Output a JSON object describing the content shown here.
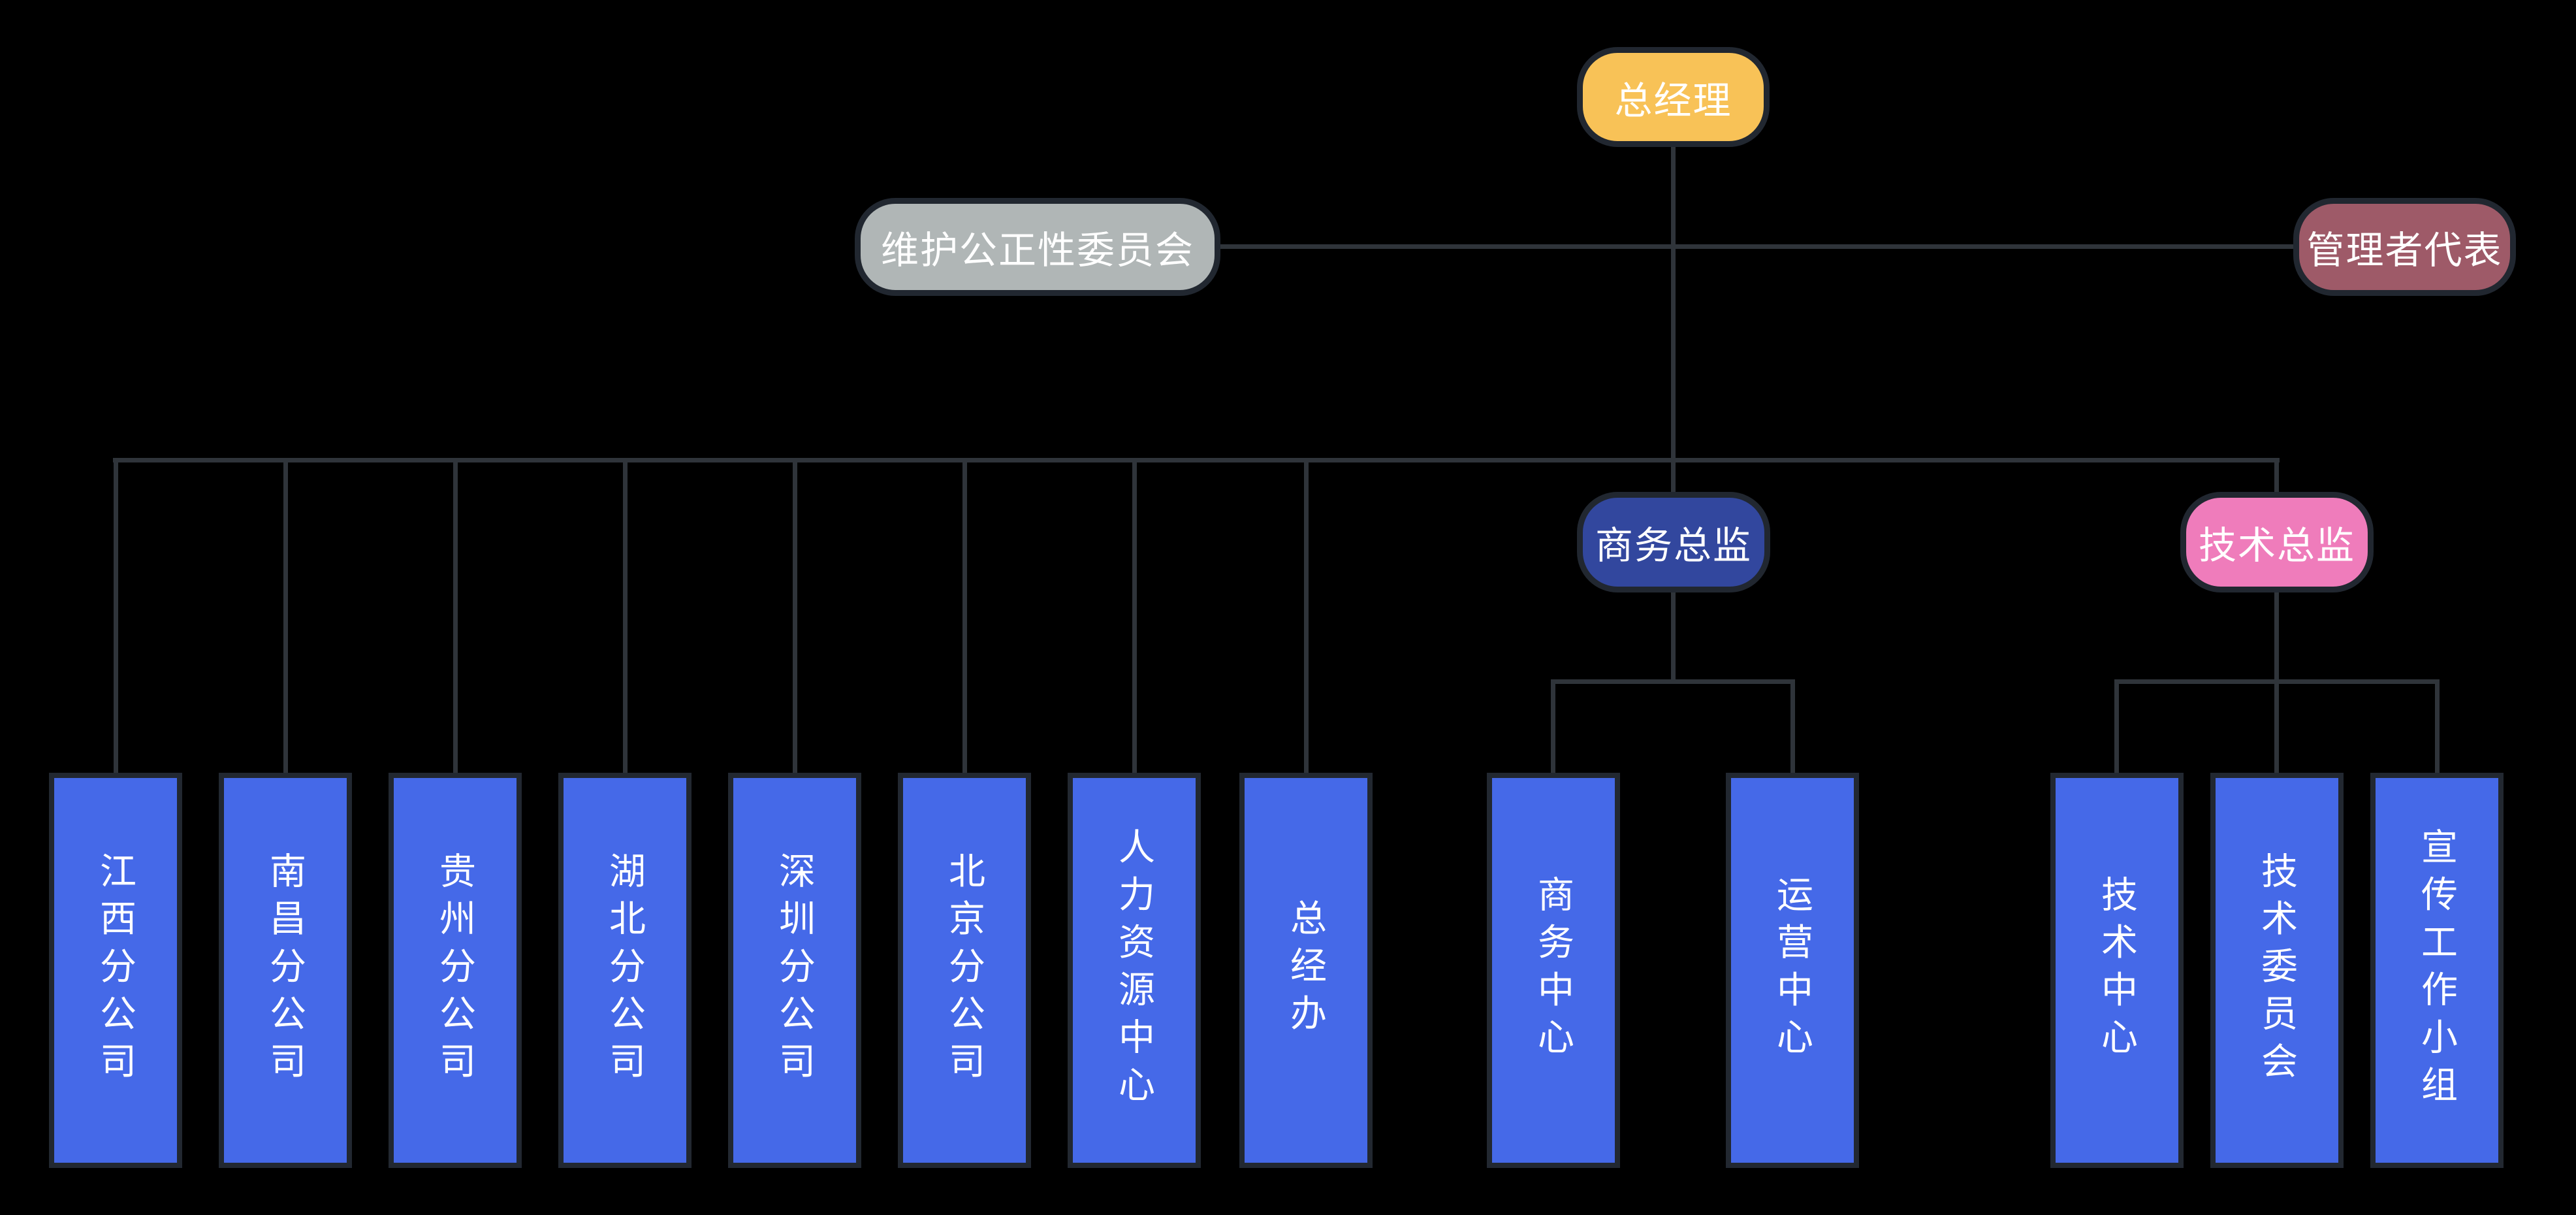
{
  "colors": {
    "background": "#000000",
    "connector_line": "#2f343a",
    "node_border": "#212730",
    "department_fill": "#4569e8",
    "label_text": "#ffffff"
  },
  "nodes": {
    "general_manager": {
      "label": "总经理",
      "fill": "#f8c257"
    },
    "fairness_committee": {
      "label": "维护公正性委员会",
      "fill": "#b0b6b6"
    },
    "management_representative": {
      "label": "管理者代表",
      "fill": "#9e5a68"
    },
    "business_director": {
      "label": "商务总监",
      "fill": "#32479e"
    },
    "technical_director": {
      "label": "技术总监",
      "fill": "#ef7cbb"
    }
  },
  "departments": [
    {
      "label": "江西分公司"
    },
    {
      "label": "南昌分公司"
    },
    {
      "label": "贵州分公司"
    },
    {
      "label": "湖北分公司"
    },
    {
      "label": "深圳分公司"
    },
    {
      "label": "北京分公司"
    },
    {
      "label": "人力资源中心"
    },
    {
      "label": "总经办"
    },
    {
      "label": "商务中心"
    },
    {
      "label": "运营中心"
    },
    {
      "label": "技术中心"
    },
    {
      "label": "技术委员会"
    },
    {
      "label": "宣传工作小组"
    }
  ],
  "hierarchy": {
    "general_manager_children": [
      "江西分公司",
      "南昌分公司",
      "贵州分公司",
      "湖北分公司",
      "深圳分公司",
      "北京分公司",
      "人力资源中心",
      "总经办",
      "商务总监",
      "技术总监"
    ],
    "staff_nodes": [
      "维护公正性委员会",
      "管理者代表"
    ],
    "business_director_children": [
      "商务中心",
      "运营中心"
    ],
    "technical_director_children": [
      "技术中心",
      "技术委员会",
      "宣传工作小组"
    ]
  }
}
